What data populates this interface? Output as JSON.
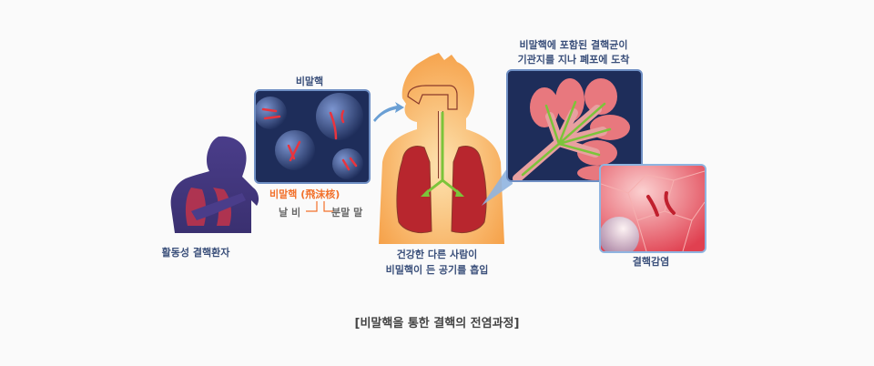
{
  "diagram": {
    "caption": "[비말핵을 통한 결핵의 전염과정]",
    "stages": [
      {
        "id": "patient",
        "label": "활동성 결핵환자"
      },
      {
        "id": "droplet-panel",
        "label": "비말핵"
      },
      {
        "id": "droplet-term",
        "label": "비말핵 (飛沫核)",
        "gloss_left": "날 비",
        "gloss_right": "분말 말"
      },
      {
        "id": "inhalation",
        "label_line1": "건강한 다른 사람이",
        "label_line2": "비밀핵이 든 공기를 흡입"
      },
      {
        "id": "alveoli",
        "label_line1": "비말핵에 포함된 결핵균이",
        "label_line2": "기관지를 지나 폐포에 도착"
      },
      {
        "id": "infection",
        "label": "결핵감염"
      }
    ],
    "colors": {
      "background": "#fafafa",
      "label_blue": "#3a4f7a",
      "accent_orange": "#f2702a",
      "panel_navy": "#1e2d5a",
      "body_orange": "#f7a04a",
      "lung_red": "#b8262e",
      "arrow_green": "#7cc43a",
      "arrow_blue": "#6a9fd4"
    }
  }
}
